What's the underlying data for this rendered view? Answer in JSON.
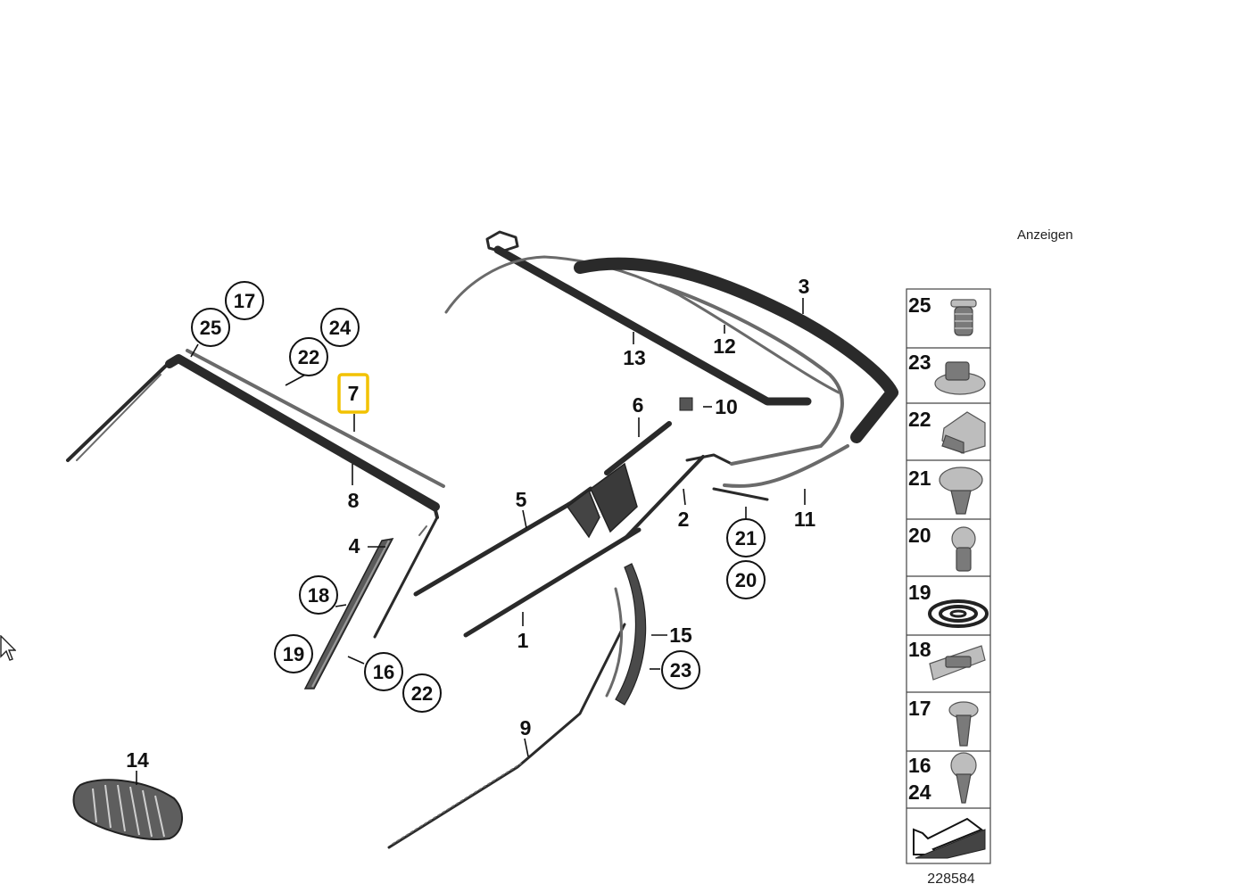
{
  "header": {
    "show_link": "Anzeigen"
  },
  "diagram": {
    "reference_number": "228584",
    "highlighted_part": "7",
    "part_labels": [
      "1",
      "2",
      "3",
      "4",
      "5",
      "6",
      "8",
      "9",
      "10",
      "11",
      "12",
      "13",
      "14",
      "15"
    ],
    "circled_labels": [
      "17",
      "25",
      "24",
      "22",
      "18",
      "19",
      "16",
      "22",
      "21",
      "20",
      "23"
    ],
    "highlight_label": "7"
  },
  "legend": {
    "items": [
      {
        "number": "25",
        "icon": "push-rivet-icon"
      },
      {
        "number": "23",
        "icon": "clip-nut-icon"
      },
      {
        "number": "22",
        "icon": "clip-icon"
      },
      {
        "number": "21",
        "icon": "expanding-rivet-icon"
      },
      {
        "number": "20",
        "icon": "screw-icon"
      },
      {
        "number": "19",
        "icon": "sealing-tape-roll-icon"
      },
      {
        "number": "18",
        "icon": "mounting-clip-icon"
      },
      {
        "number": "17",
        "icon": "tapping-screw-icon"
      },
      {
        "number": "16",
        "number2": "24",
        "icon": "sheet-metal-screw-icon"
      },
      {
        "number": "",
        "icon": "arrow-direction-icon"
      }
    ]
  }
}
